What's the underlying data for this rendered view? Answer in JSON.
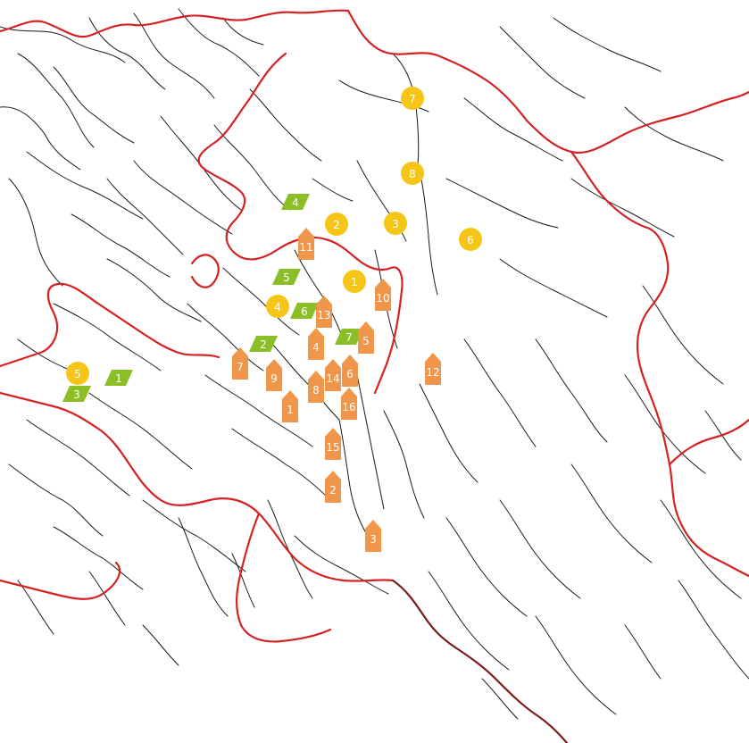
{
  "colors": {
    "background": "#ffffff",
    "river": "#1a1a1a",
    "border": "#d42222",
    "border_dark": "#7a1c1c",
    "circle_marker": "#f5c518",
    "flag_marker": "#8cbf26",
    "house_marker": "#f0964a"
  },
  "markers": {
    "circles": [
      {
        "label": "1",
        "icon": "circle-marker-icon"
      },
      {
        "label": "2",
        "icon": "circle-marker-icon"
      },
      {
        "label": "3",
        "icon": "circle-marker-icon"
      },
      {
        "label": "4",
        "icon": "circle-marker-icon"
      },
      {
        "label": "5",
        "icon": "circle-marker-icon"
      },
      {
        "label": "6",
        "icon": "circle-marker-icon"
      },
      {
        "label": "7",
        "icon": "circle-marker-icon"
      },
      {
        "label": "8",
        "icon": "circle-marker-icon"
      }
    ],
    "flags": [
      {
        "label": "1",
        "icon": "flag-marker-icon"
      },
      {
        "label": "2",
        "icon": "flag-marker-icon"
      },
      {
        "label": "3",
        "icon": "flag-marker-icon"
      },
      {
        "label": "4",
        "icon": "flag-marker-icon"
      },
      {
        "label": "5",
        "icon": "flag-marker-icon"
      },
      {
        "label": "6",
        "icon": "flag-marker-icon"
      },
      {
        "label": "7",
        "icon": "flag-marker-icon"
      }
    ],
    "houses": [
      {
        "label": "1",
        "icon": "house-marker-icon"
      },
      {
        "label": "2",
        "icon": "house-marker-icon"
      },
      {
        "label": "3",
        "icon": "house-marker-icon"
      },
      {
        "label": "4",
        "icon": "house-marker-icon"
      },
      {
        "label": "5",
        "icon": "house-marker-icon"
      },
      {
        "label": "6",
        "icon": "house-marker-icon"
      },
      {
        "label": "7",
        "icon": "house-marker-icon"
      },
      {
        "label": "8",
        "icon": "house-marker-icon"
      },
      {
        "label": "9",
        "icon": "house-marker-icon"
      },
      {
        "label": "10",
        "icon": "house-marker-icon"
      },
      {
        "label": "11",
        "icon": "house-marker-icon"
      },
      {
        "label": "12",
        "icon": "house-marker-icon"
      },
      {
        "label": "13",
        "icon": "house-marker-icon"
      },
      {
        "label": "14",
        "icon": "house-marker-icon"
      },
      {
        "label": "15",
        "icon": "house-marker-icon"
      },
      {
        "label": "16",
        "icon": "house-marker-icon"
      }
    ]
  }
}
